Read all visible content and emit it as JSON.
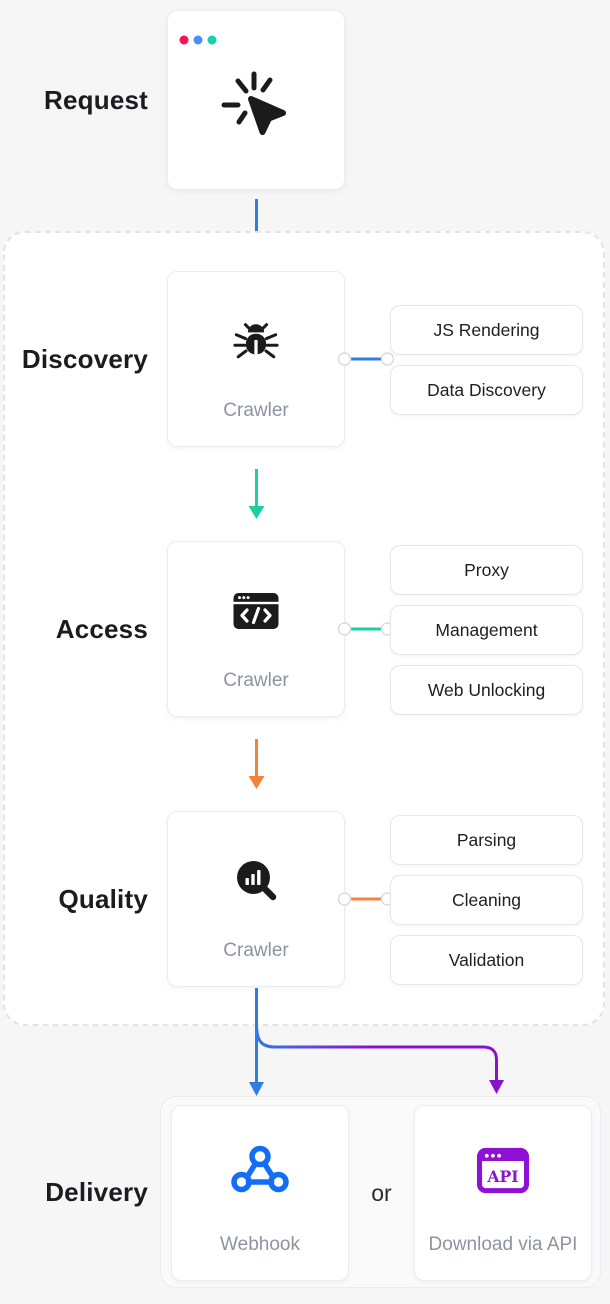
{
  "colors": {
    "ink": "#1B1B1E",
    "flow_blue": "#2E7CE4",
    "flow_teal": "#1CCFA3",
    "flow_orange": "#F5813C",
    "flow_purple": "#8B12CD",
    "webhook_blue": "#146EF5",
    "api_purple": "#8E11D4",
    "dot_red": "#ED1650",
    "dot_blue": "#4D8DF7",
    "dot_teal": "#17D0B2"
  },
  "stages": {
    "request": {
      "label": "Request",
      "icon": "cursor-click-icon"
    },
    "discovery": {
      "label": "Discovery",
      "caption": "Crawler",
      "icon": "bug-icon",
      "features": [
        "JS Rendering",
        "Data Discovery"
      ]
    },
    "access": {
      "label": "Access",
      "caption": "Crawler",
      "icon": "code-window-icon",
      "features": [
        "Proxy",
        "Management",
        "Web Unlocking"
      ]
    },
    "quality": {
      "label": "Quality",
      "caption": "Crawler",
      "icon": "search-stats-icon",
      "features": [
        "Parsing",
        "Cleaning",
        "Validation"
      ]
    },
    "delivery": {
      "label": "Delivery",
      "separator": "or",
      "options": [
        {
          "caption": "Webhook",
          "icon": "webhook-icon"
        },
        {
          "caption": "Download via API",
          "icon": "api-window-icon",
          "badge_text": "API"
        }
      ]
    }
  }
}
